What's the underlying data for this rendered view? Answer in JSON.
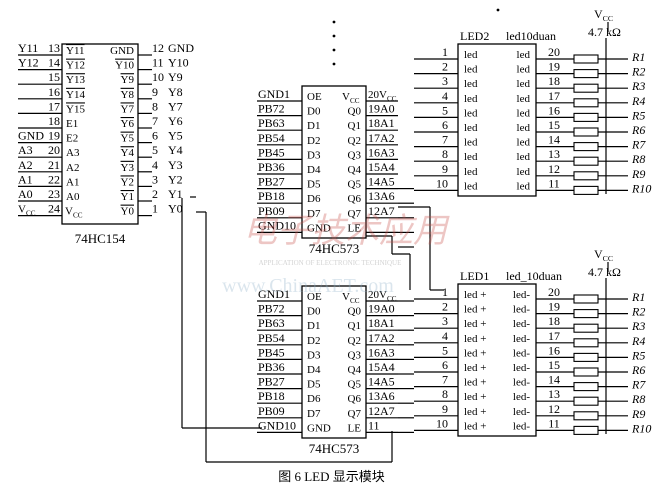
{
  "caption": "图 6    LED 显示模块",
  "decoder": {
    "part": "74HC154",
    "left_pins": [
      {
        "label": "Y11",
        "num": "13"
      },
      {
        "label": "Y12",
        "num": "14"
      },
      {
        "label": "",
        "num": "15"
      },
      {
        "label": "",
        "num": "16"
      },
      {
        "label": "",
        "num": "17"
      },
      {
        "label": "",
        "num": "18"
      },
      {
        "label": "GND",
        "num": "19"
      },
      {
        "label": "A3",
        "num": "20"
      },
      {
        "label": "A2",
        "num": "21"
      },
      {
        "label": "A1",
        "num": "22"
      },
      {
        "label": "A0",
        "num": "23"
      },
      {
        "label": "VCC",
        "num": "24"
      }
    ],
    "left_inner": [
      "Y11",
      "Y12",
      "Y13",
      "Y14",
      "Y15",
      "E1",
      "E2",
      "A3",
      "A2",
      "A1",
      "A0",
      "VCC"
    ],
    "right_inner": [
      "GND",
      "Y10",
      "Y9",
      "Y8",
      "Y7",
      "Y6",
      "Y5",
      "Y4",
      "Y3",
      "Y2",
      "Y1",
      "Y0"
    ],
    "right_pins": [
      {
        "num": "12",
        "label": "GND"
      },
      {
        "num": "11",
        "label": "Y10"
      },
      {
        "num": "10",
        "label": "Y9"
      },
      {
        "num": "9",
        "label": "Y8"
      },
      {
        "num": "8",
        "label": "Y7"
      },
      {
        "num": "7",
        "label": "Y6"
      },
      {
        "num": "6",
        "label": "Y5"
      },
      {
        "num": "5",
        "label": "Y4"
      },
      {
        "num": "4",
        "label": "Y3"
      },
      {
        "num": "3",
        "label": "Y2"
      },
      {
        "num": "2",
        "label": "Y1"
      },
      {
        "num": "1",
        "label": "Y0"
      }
    ]
  },
  "latches": [
    {
      "part": "74HC573",
      "left_pins": [
        "GND1",
        "PB72",
        "PB63",
        "PB54",
        "PB45",
        "PB36",
        "PB27",
        "PB18",
        "PB09",
        "GND10"
      ],
      "left_inner": [
        "OE",
        "D0",
        "D1",
        "D2",
        "D3",
        "D4",
        "D5",
        "D6",
        "D7",
        "GND"
      ],
      "right_inner": [
        "VCC",
        "Q0",
        "Q1",
        "Q2",
        "Q3",
        "Q4",
        "Q5",
        "Q6",
        "Q7",
        "LE"
      ],
      "right_pins": [
        "20 VCC",
        "19 A0",
        "18 A1",
        "17 A2",
        "16 A3",
        "15 A4",
        "14 A5",
        "13 A6",
        "12 A7",
        ""
      ]
    },
    {
      "part": "74HC573",
      "left_pins": [
        "GND1",
        "PB72",
        "PB63",
        "PB54",
        "PB45",
        "PB36",
        "PB27",
        "PB18",
        "PB09",
        "GND10"
      ],
      "left_inner": [
        "OE",
        "D0",
        "D1",
        "D2",
        "D3",
        "D4",
        "D5",
        "D6",
        "D7",
        "GND"
      ],
      "right_inner": [
        "VCC",
        "Q0",
        "Q1",
        "Q2",
        "Q3",
        "Q4",
        "Q5",
        "Q6",
        "Q7",
        "LE"
      ],
      "right_pins": [
        "20 VCC",
        "19 A0",
        "18 A1",
        "17 A2",
        "16 A3",
        "15 A4",
        "14 A5",
        "13 A6",
        "12 A7",
        "11"
      ]
    }
  ],
  "leds": [
    {
      "title_left": "LED2",
      "title_right": "led10duan",
      "vcc": "VCC",
      "resistor": "4.7 kΩ",
      "left_nums": [
        "1",
        "2",
        "3",
        "4",
        "5",
        "6",
        "7",
        "8",
        "9",
        "10"
      ],
      "right_nums": [
        "20",
        "19",
        "18",
        "17",
        "16",
        "15",
        "14",
        "13",
        "12",
        "11"
      ],
      "row_left": "led",
      "row_right": "led",
      "resistors": [
        "R1",
        "R2",
        "R3",
        "R4",
        "R5",
        "R6",
        "R7",
        "R8",
        "R9",
        "R10"
      ]
    },
    {
      "title_left": "LED1",
      "title_right": "led_10duan",
      "vcc": "VCC",
      "resistor": "4.7 kΩ",
      "left_nums": [
        "1",
        "2",
        "3",
        "4",
        "5",
        "6",
        "7",
        "8",
        "9",
        "10"
      ],
      "right_nums": [
        "20",
        "19",
        "18",
        "17",
        "16",
        "15",
        "14",
        "13",
        "12",
        "11"
      ],
      "row_left": "led +",
      "row_right": "led-",
      "resistors": [
        "R1",
        "R2",
        "R3",
        "R4",
        "R5",
        "R6",
        "R7",
        "R8",
        "R9",
        "R10"
      ]
    }
  ],
  "watermark": {
    "main": "电子技术应用",
    "sub": "APPLICATION OF ELECTRONIC TECHNIQUE",
    "site": "www.ChinaAET.com"
  }
}
